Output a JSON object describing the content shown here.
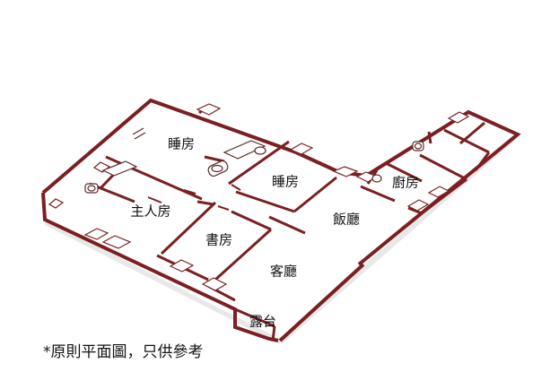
{
  "rooms": {
    "bedroom_top": "睡房",
    "bedroom_mid": "睡房",
    "master_bedroom": "主人房",
    "study": "書房",
    "dining": "飯廳",
    "living": "客廳",
    "kitchen": "廚房",
    "balcony": "露台"
  },
  "footnote": "*原則平面圖，只供參考",
  "colors": {
    "wall": "#7a1f22",
    "fixture": "#5a2a2a",
    "background": "#ffffff"
  }
}
